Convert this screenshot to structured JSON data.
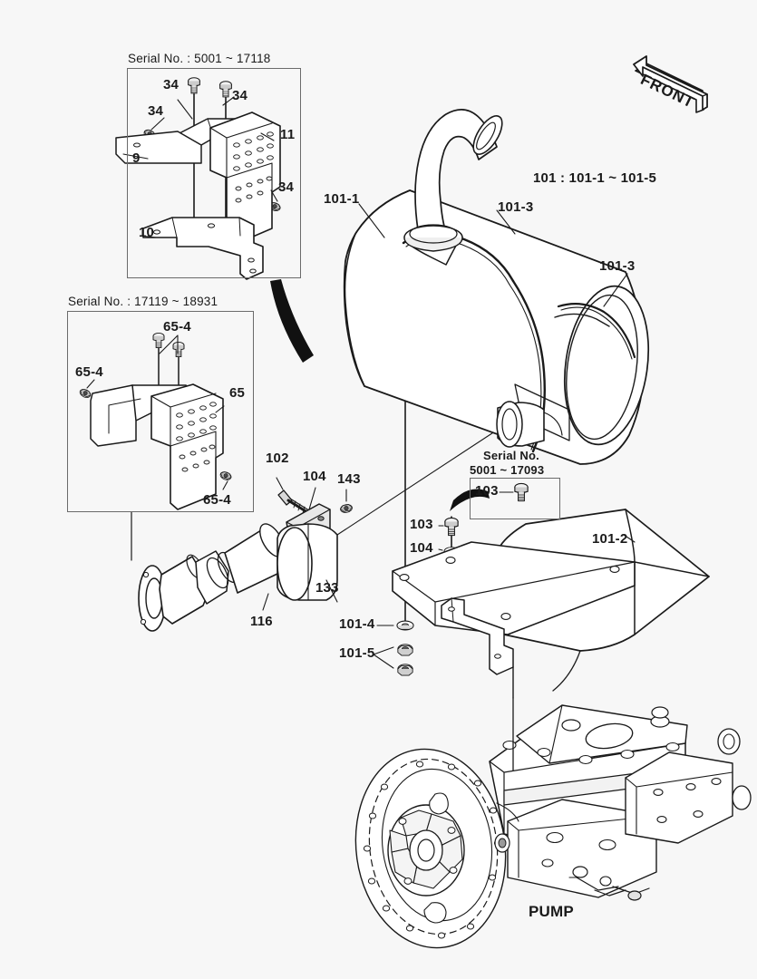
{
  "page": {
    "background_color": "#f7f7f7",
    "line_color": "#1a1a1a",
    "title_hidden": true
  },
  "orientation_marker": {
    "name": "front-arrow",
    "label": "FRONT",
    "direction": "up-left"
  },
  "insets": [
    {
      "id": "inset-serial-1",
      "serial_label": "Serial No. : 5001 ~ 17118",
      "parts": [
        "34",
        "34",
        "34",
        "9",
        "11",
        "10"
      ],
      "description": "heat shield and bracket assembly"
    },
    {
      "id": "inset-serial-2",
      "serial_label": "Serial No. : 17119 ~ 18931",
      "parts": [
        "65-4",
        "65-4",
        "65-4",
        "65"
      ],
      "description": "heat shield with perforations"
    },
    {
      "id": "inset-serial-3",
      "serial_label_line1": "Serial No.",
      "serial_label_line2": "5001 ~ 17093",
      "parts": [
        "103"
      ],
      "description": "bolt variant"
    }
  ],
  "labels": {
    "group_note": "101 : 101-1 ~ 101-5",
    "muffler_body": "101-1",
    "clamp_upper": "101-3",
    "clamp_lower": "101-3",
    "bracket": "101-2",
    "washer_101_4": "101-4",
    "nuts_101_5": "101-5",
    "bolt_102": "102",
    "washer_104_a": "104",
    "nut_143": "143",
    "clamp_133": "133",
    "flex_pipe_116": "116",
    "bolt_103": "103",
    "washer_104_b": "104",
    "shield_34_a": "34",
    "shield_34_b": "34",
    "shield_34_c": "34",
    "bracket_9": "9",
    "shield_11": "11",
    "bracket_10": "10",
    "bolt_65_4_a": "65-4",
    "bolt_65_4_b": "65-4",
    "bolt_65_4_c": "65-4",
    "shield_65": "65",
    "pump": "PUMP"
  },
  "components": {
    "muffler": {
      "name": "muffler-body",
      "type": "cylinder",
      "features": [
        "tailpipe-elbow",
        "two-band-clamps",
        "side-inlet-stub",
        "rear-end-cap"
      ]
    },
    "mount_bracket": {
      "name": "mount-bracket-101-2",
      "type": "curved-cradle-plate"
    },
    "flex_pipe": {
      "name": "flex-pipe-116",
      "type": "flanged-bellows-pipe"
    },
    "clamp": {
      "name": "clamp-133",
      "type": "band-clamp"
    },
    "pump_assembly": {
      "name": "hydraulic-pump",
      "type": "flywheel-housing-with-pump",
      "features": [
        "bolt-circle-flange",
        "splined-coupling-hub",
        "valve-blocks",
        "ports"
      ]
    }
  }
}
